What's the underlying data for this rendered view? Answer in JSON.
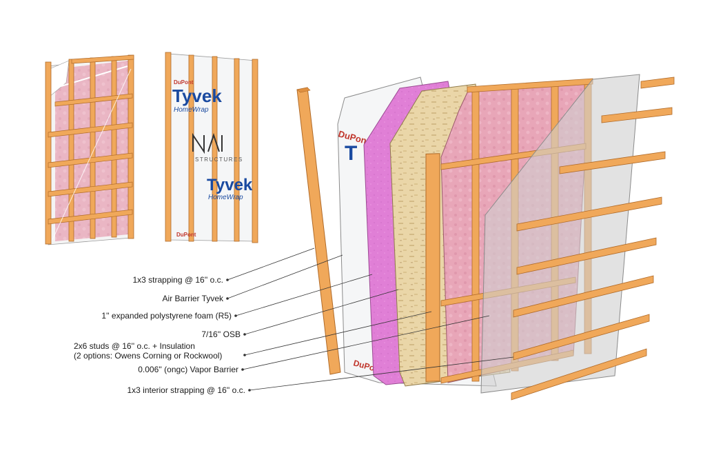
{
  "colors": {
    "stud": "#f0a85a",
    "stud_edge": "#b06a28",
    "insulation": "#e8a6b8",
    "foam": "#e27ad2",
    "osb": "#e9d4a5",
    "tyvek": "#f5f6f7",
    "vapor": "#cfcfcf",
    "tyvek_blue": "#1a4aa0",
    "tyvek_red": "#c0352b"
  },
  "tyvek_panel": {
    "brand_word": "Tyvek",
    "sub_word": "HomeWrap",
    "logo_word": "DuPont",
    "watermark": "STRUCTURES"
  },
  "labels": [
    {
      "id": "strapping",
      "text": "1x3 strapping @ 16'' o.c."
    },
    {
      "id": "tyvek",
      "text": "Air Barrier Tyvek"
    },
    {
      "id": "eps",
      "text": "1'' expanded polystyrene foam (R5)"
    },
    {
      "id": "osb",
      "text": "7/16'' OSB"
    },
    {
      "id": "studs",
      "text": "2x6 studs @ 16'' o.c. + Insulation",
      "text2": "(2 options: Owens Corning or Rockwool)"
    },
    {
      "id": "vapor",
      "text": "0.006'' (ongc) Vapor Barrier"
    },
    {
      "id": "interior",
      "text": "1x3 interior strapping @ 16'' o.c."
    }
  ]
}
